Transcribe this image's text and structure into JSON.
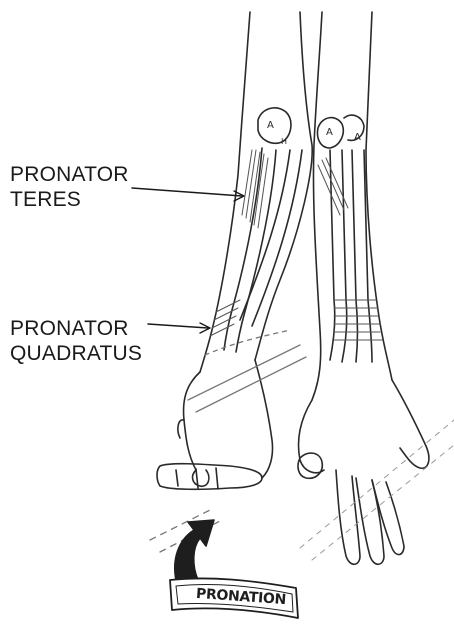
{
  "labels": {
    "pronator_teres": {
      "line1": "PRONATOR",
      "line2": "TERES"
    },
    "pronator_quadratus": {
      "line1": "PRONATOR",
      "line2": "QUADRATUS"
    }
  },
  "banner": {
    "text": "PRONATION"
  },
  "colors": {
    "ink": "#2a2a2a",
    "muscle_hatch": "#555555",
    "label_text": "#1a1a1a",
    "background": "#ffffff"
  }
}
